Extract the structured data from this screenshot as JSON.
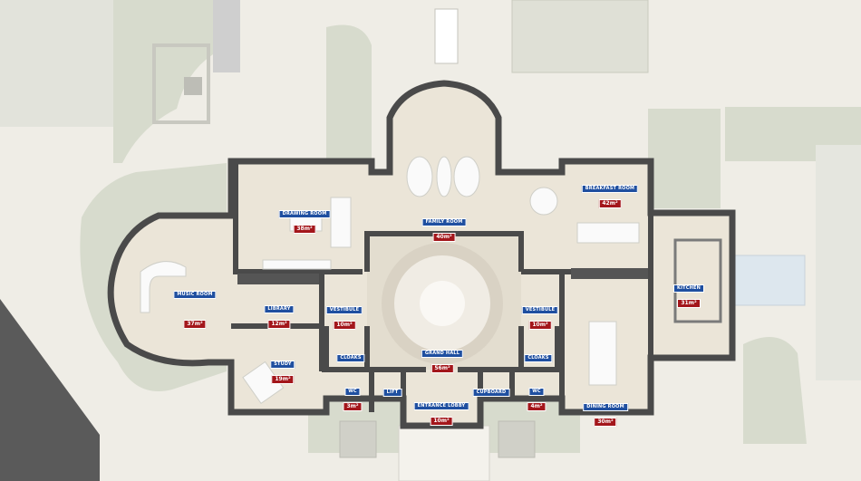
{
  "rooms": [
    {
      "name": "DRAWING ROOM",
      "area": "38m²"
    },
    {
      "name": "FAMILY ROOM",
      "area": "40m²"
    },
    {
      "name": "BREAKFAST ROOM",
      "area": "42m²"
    },
    {
      "name": "MUSIC ROOM",
      "area": "37m²"
    },
    {
      "name": "LIBRARY",
      "area": "12m²"
    },
    {
      "name": "VESTIBULE",
      "area": "10m²"
    },
    {
      "name": "VESTIBULE",
      "area": "10m²"
    },
    {
      "name": "KITCHEN",
      "area": "31m²"
    },
    {
      "name": "STUDY",
      "area": "19m²"
    },
    {
      "name": "CLOAKS"
    },
    {
      "name": "GRAND HALL",
      "area": "56m²"
    },
    {
      "name": "CLOAKS"
    },
    {
      "name": "WC",
      "area": "3m²"
    },
    {
      "name": "LIFT"
    },
    {
      "name": "ENTRANCE LOBBY",
      "area": "10m²"
    },
    {
      "name": "CUPBOARD"
    },
    {
      "name": "WC",
      "area": "4m²"
    },
    {
      "name": "DINING ROOM",
      "area": "30m²"
    }
  ],
  "colors": {
    "wall": "#4a4a4a",
    "floor": "#ebe5d8",
    "greenery": "#d7dbcd",
    "label": "#1f4fa0",
    "area": "#a3161b"
  }
}
